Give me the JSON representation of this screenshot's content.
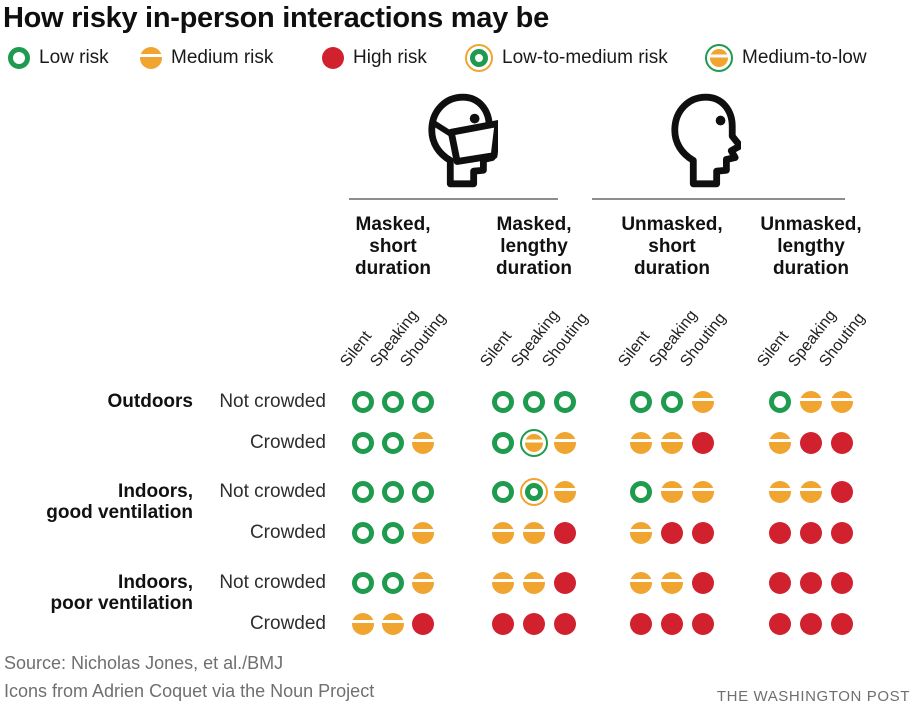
{
  "title": "How risky in-person interactions may be",
  "colors": {
    "green": "#1e9b4e",
    "orange": "#efa52f",
    "red": "#d2212e",
    "gray": "#6f6f6f"
  },
  "legend": {
    "items": [
      {
        "type": "L",
        "label": "Low risk"
      },
      {
        "type": "M",
        "label": "Medium risk"
      },
      {
        "type": "H",
        "label": "High risk"
      },
      {
        "type": "LM",
        "label": "Low-to-medium risk"
      },
      {
        "type": "ML",
        "label": "Medium-to-low"
      }
    ]
  },
  "header": {
    "icons": [
      "masked-head-icon",
      "unmasked-head-icon"
    ],
    "groups": [
      {
        "label": "Masked,\nshort\nduration"
      },
      {
        "label": "Masked,\nlengthy\nduration"
      },
      {
        "label": "Unmasked,\nshort\nduration"
      },
      {
        "label": "Unmasked,\nlengthy\nduration"
      }
    ],
    "subcolumns": [
      "Silent",
      "Speaking",
      "Shouting"
    ]
  },
  "row_groups": [
    {
      "label": "Outdoors"
    },
    {
      "label": "Indoors,\ngood ventilation"
    },
    {
      "label": "Indoors,\npoor ventilation"
    }
  ],
  "rows": [
    {
      "sub": "Not crowded",
      "cells": [
        "L",
        "L",
        "L",
        "L",
        "L",
        "L",
        "L",
        "L",
        "M",
        "L",
        "M",
        "M"
      ]
    },
    {
      "sub": "Crowded",
      "cells": [
        "L",
        "L",
        "M",
        "L",
        "ML",
        "M",
        "M",
        "M",
        "H",
        "M",
        "H",
        "H"
      ]
    },
    {
      "sub": "Not crowded",
      "cells": [
        "L",
        "L",
        "L",
        "L",
        "LM",
        "M",
        "L",
        "M",
        "M",
        "M",
        "M",
        "H"
      ]
    },
    {
      "sub": "Crowded",
      "cells": [
        "L",
        "L",
        "M",
        "M",
        "M",
        "H",
        "M",
        "H",
        "H",
        "H",
        "H",
        "H"
      ]
    },
    {
      "sub": "Not crowded",
      "cells": [
        "L",
        "L",
        "M",
        "M",
        "M",
        "H",
        "M",
        "M",
        "H",
        "H",
        "H",
        "H"
      ]
    },
    {
      "sub": "Crowded",
      "cells": [
        "M",
        "M",
        "H",
        "H",
        "H",
        "H",
        "H",
        "H",
        "H",
        "H",
        "H",
        "H"
      ]
    }
  ],
  "footer": {
    "source": "Source: Nicholas Jones, et al./BMJ",
    "credit": "Icons from Adrien Coquet via the Noun Project",
    "brand": "THE WASHINGTON POST"
  },
  "chart_data": {
    "type": "heatmap",
    "title": "How risky in-person interactions may be",
    "column_groups": [
      "Masked, short duration",
      "Masked, lengthy duration",
      "Unmasked, short duration",
      "Unmasked, lengthy duration"
    ],
    "subcolumns": [
      "Silent",
      "Speaking",
      "Shouting"
    ],
    "row_groups": [
      "Outdoors",
      "Indoors, good ventilation",
      "Indoors, poor ventilation"
    ],
    "subrows": [
      "Not crowded",
      "Crowded"
    ],
    "legend": [
      "Low risk",
      "Medium risk",
      "High risk",
      "Low-to-medium risk",
      "Medium-to-low"
    ],
    "value_key": {
      "L": "Low risk",
      "M": "Medium risk",
      "H": "High risk",
      "LM": "Low-to-medium risk",
      "ML": "Medium-to-low risk"
    },
    "values": [
      [
        "L",
        "L",
        "L",
        "L",
        "L",
        "L",
        "L",
        "L",
        "M",
        "L",
        "M",
        "M"
      ],
      [
        "L",
        "L",
        "M",
        "L",
        "ML",
        "M",
        "M",
        "M",
        "H",
        "M",
        "H",
        "H"
      ],
      [
        "L",
        "L",
        "L",
        "L",
        "LM",
        "M",
        "L",
        "M",
        "M",
        "M",
        "M",
        "H"
      ],
      [
        "L",
        "L",
        "M",
        "M",
        "M",
        "H",
        "M",
        "H",
        "H",
        "H",
        "H",
        "H"
      ],
      [
        "L",
        "L",
        "M",
        "M",
        "M",
        "H",
        "M",
        "M",
        "H",
        "H",
        "H",
        "H"
      ],
      [
        "M",
        "M",
        "H",
        "H",
        "H",
        "H",
        "H",
        "H",
        "H",
        "H",
        "H",
        "H"
      ]
    ]
  }
}
